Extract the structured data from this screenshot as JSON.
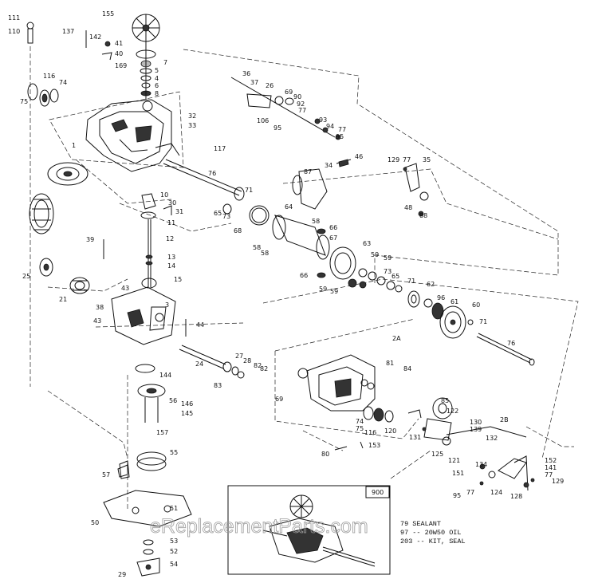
{
  "diagram": {
    "assembly_ref": "900",
    "notes": [
      "79 SEALANT",
      "97 -- 20W50 OIL",
      "203 -- KIT, SEAL"
    ],
    "watermark": "eReplacementParts.com",
    "part_callouts": [
      "155",
      "111",
      "110",
      "137",
      "142",
      "41",
      "40",
      "169",
      "7",
      "5",
      "4",
      "6",
      "8",
      "116",
      "74",
      "75",
      "32",
      "33",
      "117",
      "36",
      "37",
      "26",
      "69",
      "90",
      "92",
      "77",
      "106",
      "95",
      "93",
      "94",
      "77",
      "95",
      "46",
      "34",
      "129",
      "77",
      "35",
      "87",
      "1",
      "76",
      "10",
      "30",
      "31",
      "11",
      "71",
      "65",
      "73",
      "64",
      "68",
      "58",
      "66",
      "58",
      "67",
      "58",
      "63",
      "48",
      "88",
      "12",
      "39",
      "13",
      "14",
      "15",
      "25",
      "21",
      "43",
      "38",
      "3",
      "43",
      "44",
      "66",
      "59",
      "59",
      "59",
      "73",
      "65",
      "71",
      "62",
      "59",
      "96",
      "61",
      "60",
      "71",
      "76",
      "2A",
      "24",
      "27",
      "28",
      "82",
      "82",
      "83",
      "144",
      "69",
      "81",
      "84",
      "56",
      "146",
      "145",
      "74",
      "75",
      "116",
      "120",
      "85",
      "122",
      "130",
      "139",
      "131",
      "2B",
      "132",
      "157",
      "55",
      "80",
      "153",
      "125",
      "121",
      "57",
      "151",
      "134",
      "152",
      "141",
      "77",
      "129",
      "95",
      "77",
      "124",
      "128",
      "51",
      "50",
      "53",
      "52",
      "54",
      "29"
    ]
  }
}
